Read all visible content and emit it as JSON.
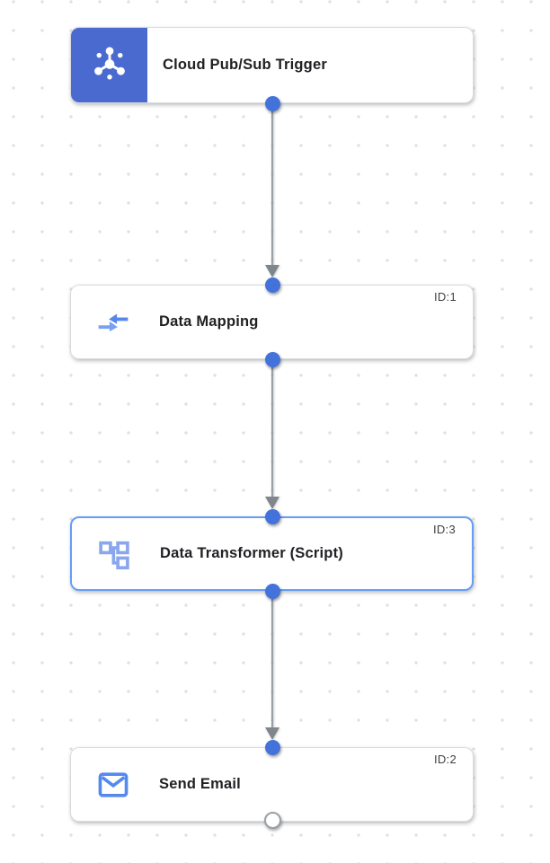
{
  "app": {
    "view": "integration-workflow-canvas"
  },
  "colors": {
    "trigger_block_blue": "#4a6ad0",
    "port_blue": "#4472db",
    "port_open_border": "#9aa0a6",
    "icon_blue": "#5489ee",
    "icon_blue_light": "#79a1f3",
    "icon_periwinkle": "#8aa6ec",
    "edge_gray": "#9aa0a6",
    "arrow_gray": "#7f868c",
    "card_border": "#d9dbdf",
    "selected_border": "#669df6",
    "title_text": "#202124",
    "id_text": "#3c4043",
    "grid_dot": "#e0e0e0"
  },
  "nodes": [
    {
      "label": "Cloud Pub/Sub Trigger",
      "id_label": "",
      "kind": "trigger",
      "icon": "pubsub-icon",
      "selected": false
    },
    {
      "label": "Data Mapping",
      "id_label": "ID:1",
      "kind": "task",
      "icon": "data-mapping-icon",
      "selected": false
    },
    {
      "label": "Data Transformer (Script)",
      "id_label": "ID:3",
      "kind": "task",
      "icon": "data-transformer-icon",
      "selected": true
    },
    {
      "label": "Send Email",
      "id_label": "ID:2",
      "kind": "task",
      "icon": "send-email-icon",
      "selected": false
    }
  ],
  "edges": [
    {
      "from": "Cloud Pub/Sub Trigger",
      "to": "Data Mapping"
    },
    {
      "from": "Data Mapping",
      "to": "Data Transformer (Script)"
    },
    {
      "from": "Data Transformer (Script)",
      "to": "Send Email"
    }
  ]
}
